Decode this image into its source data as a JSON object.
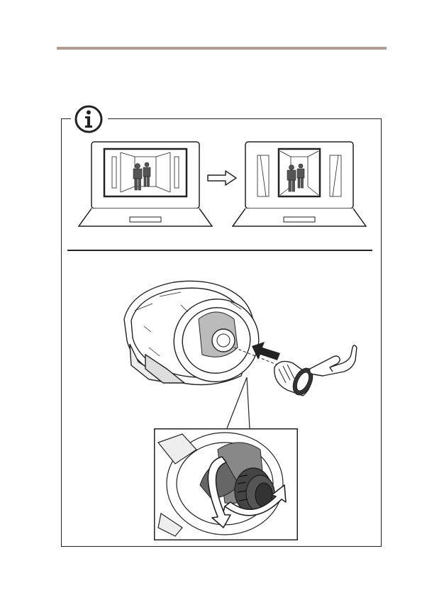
{
  "page": {
    "accent_rule_color": "#b19d92",
    "line_color": "#222222"
  },
  "icons": {
    "info": "info-icon",
    "arrow": "right-arrow-icon",
    "hand": "pointing-hand-icon",
    "rotate": "rotate-arrow-icon"
  },
  "illustration": {
    "laptop_before": "laptop-zoomed-out",
    "laptop_after": "laptop-zoomed-in",
    "camera": "dome-camera-lens",
    "lens_part": "lens-ring",
    "detail": "lens-rotation-detail"
  }
}
